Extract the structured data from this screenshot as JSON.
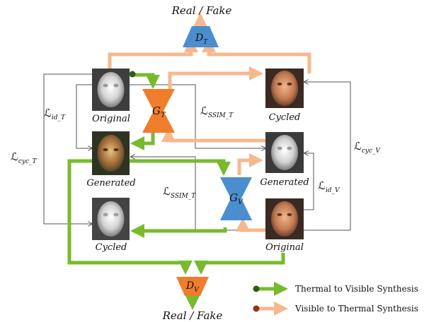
{
  "top_output": "Real / Fake",
  "bottom_output": "Real / Fake",
  "discriminators": {
    "thermal": {
      "base": "D",
      "sub": "T"
    },
    "visible": {
      "base": "D",
      "sub": "V"
    }
  },
  "generators": {
    "thermal": {
      "base": "G",
      "sub": "T"
    },
    "visible": {
      "base": "G",
      "sub": "V"
    }
  },
  "image_labels": {
    "thermal_original": "Original",
    "thermal_generated": "Generated",
    "thermal_cycled": "Cycled",
    "visible_cycled": "Cycled",
    "visible_generated": "Generated",
    "visible_original": "Original"
  },
  "losses": {
    "id_t": {
      "base": "ℒ",
      "sub": "id_T"
    },
    "cyc_t": {
      "base": "ℒ",
      "sub": "cyc_T"
    },
    "ssim_t_upper": {
      "base": "ℒ",
      "sub": "SSIM_T"
    },
    "ssim_t_lower": {
      "base": "ℒ",
      "sub": "SSIM_T"
    },
    "cyc_v": {
      "base": "ℒ",
      "sub": "cyc_V"
    },
    "id_v": {
      "base": "ℒ",
      "sub": "id_V"
    }
  },
  "legend": [
    {
      "label": "Thermal to Visible Synthesis",
      "color": "#77bb2c",
      "dot": "#2e5a1c"
    },
    {
      "label": "Visible to Thermal Synthesis",
      "color": "#f5b88f",
      "dot": "#8b3a12"
    }
  ],
  "colors": {
    "green": "#77bb2c",
    "peach": "#f5b88f",
    "orange": "#f07d2c",
    "blue": "#4b8ecf",
    "gray_line": "#555555"
  }
}
